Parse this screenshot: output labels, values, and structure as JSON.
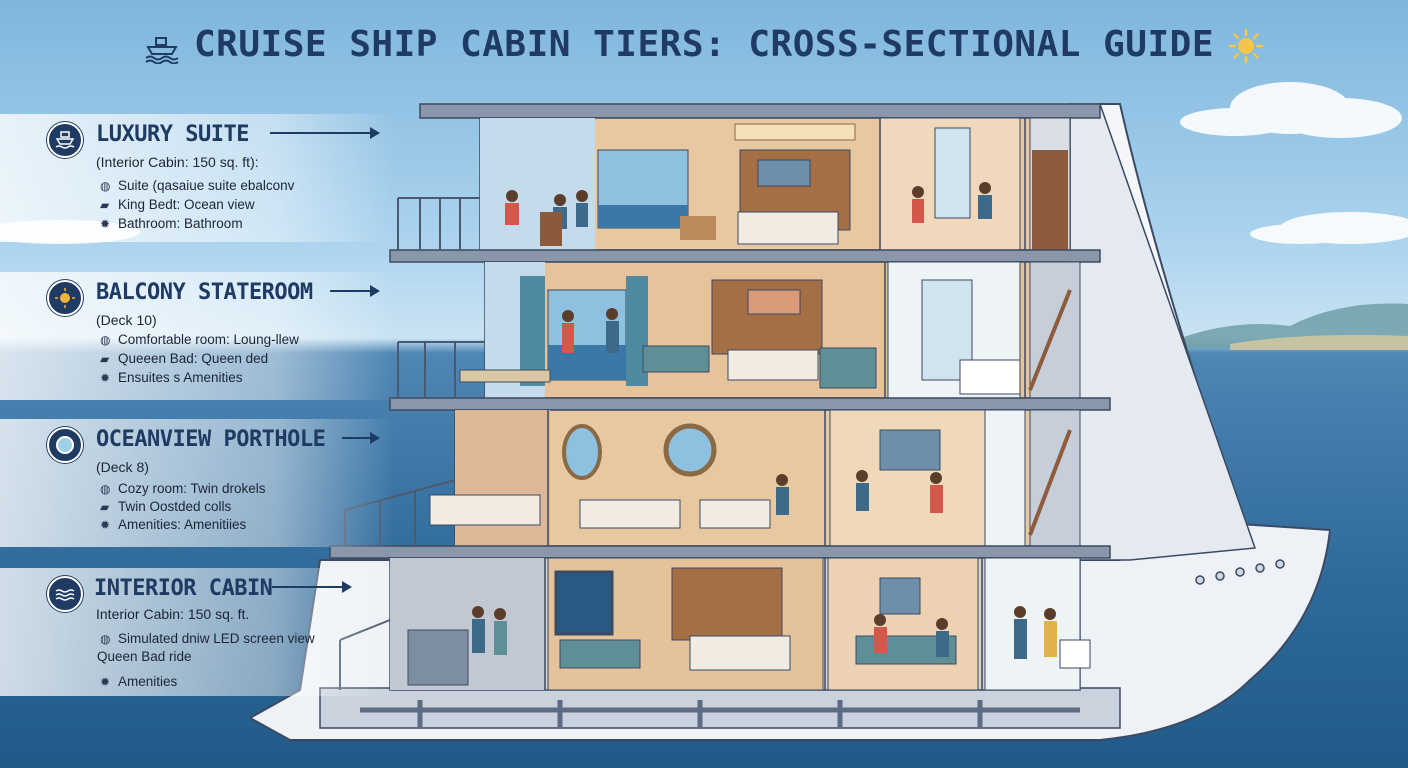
{
  "title": "CRUISE SHIP CABIN TIERS: CROSS-SECTIONAL GUIDE",
  "colors": {
    "navy": "#1f3b63",
    "hull": "#f3f5f8",
    "cabin_warm": "#e9c9a3",
    "sea": "#2f6a9a",
    "sky": "#a9d2ee"
  },
  "tiers": [
    {
      "name": "LUXURY SUITE",
      "subtitle": "(Interior Cabin: 150 sq. ft):",
      "icon": "ship-icon",
      "lines": [
        {
          "icon": "globe-icon",
          "text": "Suite (qasaiue suite ebalconv"
        },
        {
          "icon": "bed-icon",
          "text": "King Bedt: Ocean view"
        },
        {
          "icon": "sun-icon",
          "text": "Bathroom: Bathroom"
        }
      ]
    },
    {
      "name": "BALCONY STATEROOM",
      "subtitle": "(Deck 10)",
      "icon": "sun-icon",
      "lines": [
        {
          "icon": "globe-icon",
          "text": "Comfortable room: Loung-llew"
        },
        {
          "icon": "bed-icon",
          "text": "Queeen Bad: Queen ded"
        },
        {
          "icon": "sun-icon",
          "text": "Ensuites s Amenities"
        }
      ]
    },
    {
      "name": "OCEANVIEW PORTHOLE",
      "subtitle": "(Deck 8)",
      "icon": "porthole-icon",
      "lines": [
        {
          "icon": "globe-icon",
          "text": "Cozy room: Twin drokels"
        },
        {
          "icon": "bed-icon",
          "text": "Twin Oostded colls"
        },
        {
          "icon": "sun-icon",
          "text": "Amenities: Amenitiies"
        }
      ]
    },
    {
      "name": "INTERIOR CABIN",
      "subtitle": "Interior Cabin: 150 sq. ft.",
      "icon": "waves-icon",
      "lines": [
        {
          "icon": "globe-icon",
          "text": "Simulated dniw LED screen view"
        },
        {
          "icon": "",
          "text": "Queen Bad ride"
        },
        {
          "icon": "sun-icon",
          "text": "Amenities"
        }
      ]
    }
  ]
}
